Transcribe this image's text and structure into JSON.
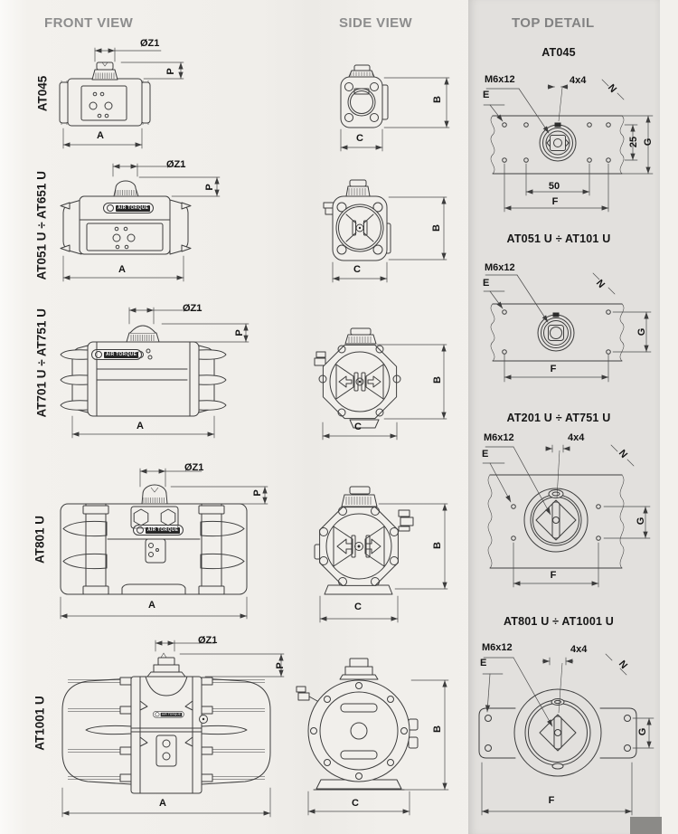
{
  "colors": {
    "paper": "#f1efeb",
    "panel": "#e2e0dd",
    "ink": "#3e3e3e",
    "header_gray": "#8d8d8d",
    "footer_block": "#8b8a87"
  },
  "headers": {
    "front_view": "FRONT VIEW",
    "side_view": "SIDE VIEW",
    "top_detail": "TOP DETAIL"
  },
  "logo_text": "AIR TORQUE",
  "dim_labels": {
    "z1": "ØZ1",
    "p": "P",
    "a": "A",
    "b": "B",
    "c": "C"
  },
  "rows": [
    {
      "label": "AT045"
    },
    {
      "label": "AT051 U ÷ AT651 U"
    },
    {
      "label": "AT701 U ÷ AT751 U"
    },
    {
      "label": "AT801 U"
    },
    {
      "label": "AT1001 U"
    }
  ],
  "top_details": [
    {
      "title": "AT045",
      "m6x12": "M6x12",
      "e": "E",
      "key": "4x4",
      "n": "N",
      "g": "G",
      "f": "F",
      "d25": "25",
      "d50": "50"
    },
    {
      "title": "AT051 U ÷ AT101 U",
      "m6x12": "M6x12",
      "e": "E",
      "n": "N",
      "g": "G",
      "f": "F"
    },
    {
      "title": "AT201 U ÷ AT751 U",
      "m6x12": "M6x12",
      "e": "E",
      "key": "4x4",
      "n": "N",
      "g": "G",
      "f": "F"
    },
    {
      "title": "AT801 U ÷ AT1001 U",
      "m6x12": "M6x12",
      "e": "E",
      "key": "4x4",
      "n": "N",
      "g": "G",
      "f": "F"
    }
  ]
}
